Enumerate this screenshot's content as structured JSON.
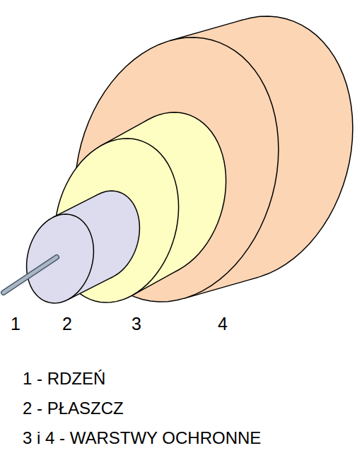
{
  "diagram": {
    "labels": [
      "1",
      "2",
      "3",
      "4",
      "1 - RDZEŃ",
      "2 - PŁASZCZ",
      "3 i 4 - WARSTWY OCHRONNE"
    ]
  }
}
